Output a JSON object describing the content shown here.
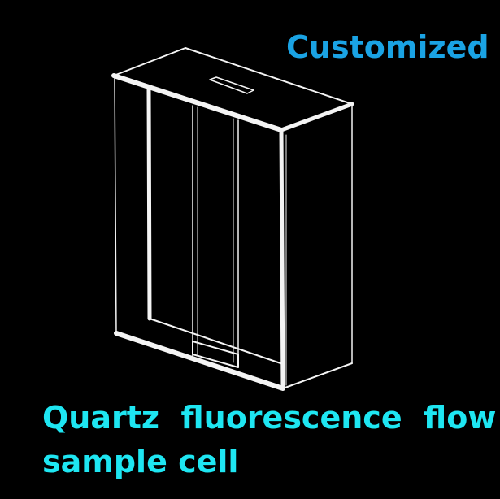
{
  "product": {
    "badge": "Customized",
    "title_line1": "Quartz  fluorescence  flow",
    "title_line2": "sample cell"
  },
  "colors": {
    "background": "#000000",
    "badge": "#1aa3e4",
    "title": "#1ee6f2",
    "outline": "#ffffff"
  }
}
